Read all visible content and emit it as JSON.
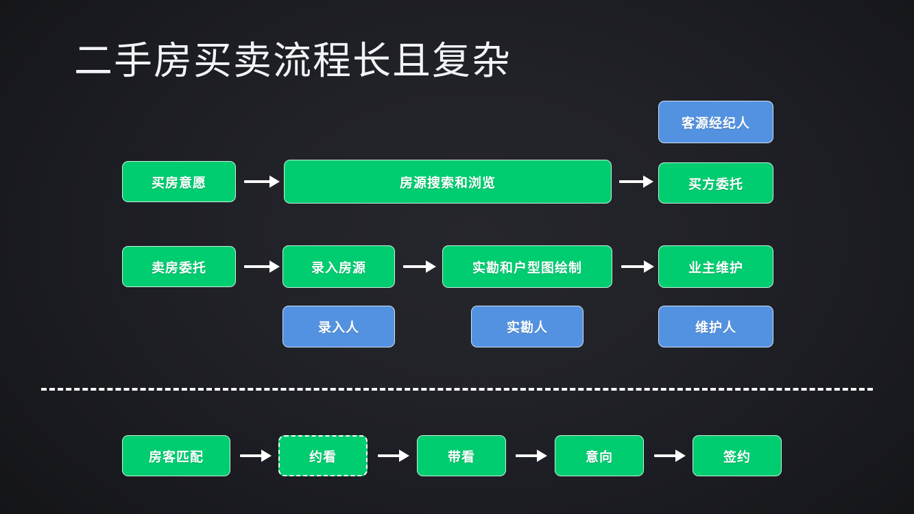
{
  "slide": {
    "title": "二手房买卖流程长且复杂",
    "background_color": "#212228",
    "green_color": "#00cc70",
    "blue_color": "#5392e0",
    "text_color": "#ffffff"
  },
  "rows": {
    "buyer_row": {
      "nodes": [
        {
          "label": "买房意愿",
          "kind": "green"
        },
        {
          "label": "房源搜索和浏览",
          "kind": "green"
        },
        {
          "label": "买方委托",
          "kind": "green"
        }
      ],
      "role_nodes": [
        {
          "label": "客源经纪人",
          "kind": "blue"
        }
      ]
    },
    "seller_row": {
      "nodes": [
        {
          "label": "卖房委托",
          "kind": "green"
        },
        {
          "label": "录入房源",
          "kind": "green"
        },
        {
          "label": "实勘和户型图绘制",
          "kind": "green"
        },
        {
          "label": "业主维护",
          "kind": "green"
        }
      ],
      "role_nodes": [
        {
          "label": "录入人",
          "kind": "blue"
        },
        {
          "label": "实勘人",
          "kind": "blue"
        },
        {
          "label": "维护人",
          "kind": "blue"
        }
      ]
    },
    "deal_row": {
      "nodes": [
        {
          "label": "房客匹配",
          "kind": "green"
        },
        {
          "label": "约看",
          "kind": "green-dashed"
        },
        {
          "label": "带看",
          "kind": "green"
        },
        {
          "label": "意向",
          "kind": "green"
        },
        {
          "label": "签约",
          "kind": "green"
        }
      ]
    }
  }
}
